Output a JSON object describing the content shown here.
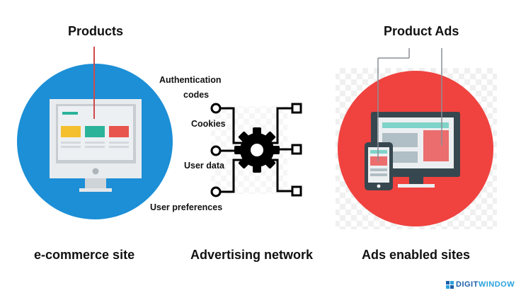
{
  "left": {
    "top_label": "Products",
    "caption": "e-commerce site",
    "circle_color": "#1c8fd6",
    "icon": "desktop-monitor-icon"
  },
  "middle": {
    "caption": "Advertising network",
    "data_labels": [
      "Authentication",
      "codes",
      "Cookies",
      "User data",
      "User preferences"
    ],
    "icon": "gear-icon"
  },
  "right": {
    "top_label": "Product Ads",
    "caption": "Ads enabled sites",
    "circle_color": "#f0423f",
    "icons": [
      "tablet-icon",
      "desktop-monitor-icon"
    ]
  },
  "watermark": {
    "part1": "DIGIT",
    "part2": "WINDOW",
    "color1": "#1c5fa8",
    "color2": "#2aa2dd"
  }
}
